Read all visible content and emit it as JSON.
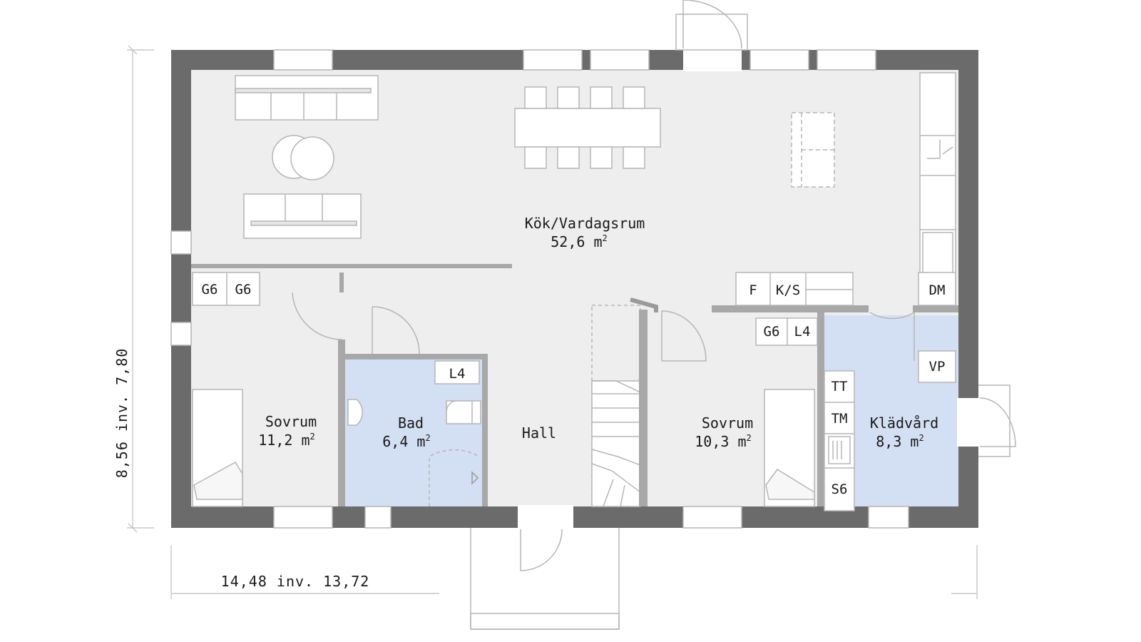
{
  "rooms": {
    "kok": {
      "name": "Kök/Vardagsrum",
      "area": "52,6 m",
      "exp": "2"
    },
    "sovrum1": {
      "name": "Sovrum",
      "area": "11,2 m",
      "exp": "2"
    },
    "bad": {
      "name": "Bad",
      "area": "6,4 m",
      "exp": "2"
    },
    "hall": {
      "name": "Hall"
    },
    "sovrum2": {
      "name": "Sovrum",
      "area": "10,3 m",
      "exp": "2"
    },
    "kladvard": {
      "name": "Klädvård",
      "area": "8,3 m",
      "exp": "2"
    }
  },
  "appliances": {
    "g6_a": "G6",
    "g6_b": "G6",
    "l4_bad": "L4",
    "f": "F",
    "ks": "K/S",
    "dm": "DM",
    "g6_c": "G6",
    "l4_b": "L4",
    "vp": "VP",
    "tt": "TT",
    "tm": "TM",
    "s6": "S6"
  },
  "dimensions": {
    "width": "14,48 inv. 13,72",
    "depth": "8,56 inv. 7,80"
  },
  "colors": {
    "wall": "#6b6b6b",
    "floor": "#eeeeee",
    "wet_room": "#d3dff2",
    "line": "#b5b5b5"
  }
}
